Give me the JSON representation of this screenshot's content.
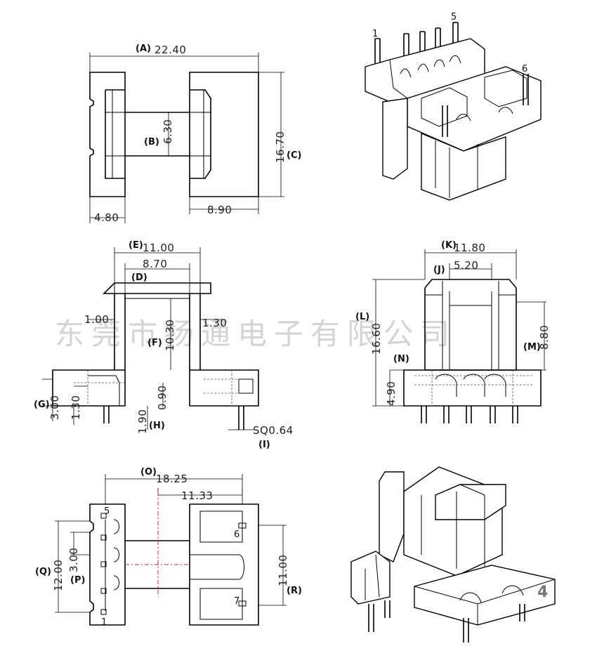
{
  "watermark": "东莞市扬通电子有限公司",
  "top_view": {
    "A": {
      "label": "(A)",
      "value": "22.40"
    },
    "B": {
      "label": "(B)",
      "value": "6.30"
    },
    "C": {
      "label": "(C)",
      "value": "16.70"
    },
    "left_width": "4.80",
    "right_width": "8.90"
  },
  "iso_view_1": {
    "pins": [
      "1",
      "5",
      "6"
    ]
  },
  "front_view": {
    "E": {
      "label": "(E)",
      "value": "11.00"
    },
    "D": {
      "label": "(D)",
      "value": "8.70"
    },
    "F": {
      "label": "(F)",
      "value": "10.30"
    },
    "G": {
      "label": "(G)",
      "value": "3.00"
    },
    "H": {
      "label": "(H)",
      "value": "1.90"
    },
    "I": {
      "label": "(I)",
      "value": "SQ0.64"
    },
    "wall_left": "1.00",
    "wall_right": "1.30",
    "base_step": "1.30",
    "floor": "0.90"
  },
  "side_view": {
    "K": {
      "label": "(K)",
      "value": "11.80"
    },
    "J": {
      "label": "(J)",
      "value": "5.20"
    },
    "L": {
      "label": "(L)",
      "value": "16.60"
    },
    "M": {
      "label": "(M)",
      "value": "8.80"
    },
    "N": {
      "label": "(N)",
      "value": "4.90"
    }
  },
  "bottom_view": {
    "O": {
      "label": "(O)",
      "value": "18.25"
    },
    "inner": "11.33",
    "Q": {
      "label": "(Q)",
      "value": "12.00"
    },
    "P": {
      "label": "(P)",
      "value": "3.00"
    },
    "R": {
      "label": "(R)",
      "value": "11.00"
    },
    "pins": [
      "5",
      "1",
      "6",
      "7"
    ]
  },
  "iso_view_2": {
    "badge": "4"
  }
}
